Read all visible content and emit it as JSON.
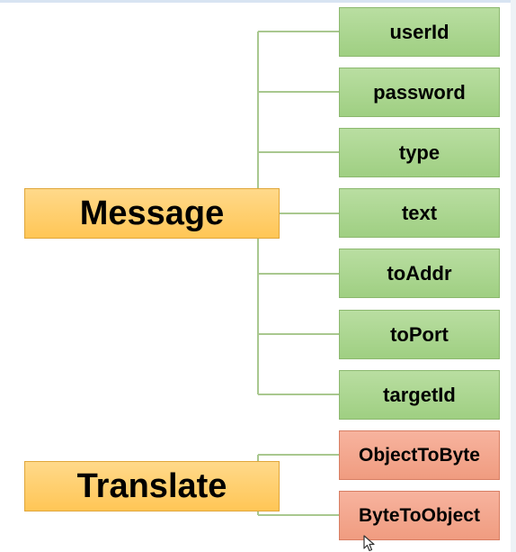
{
  "message": {
    "label": "Message",
    "fields": [
      "userId",
      "password",
      "type",
      "text",
      "toAddr",
      "toPort",
      "targetId"
    ]
  },
  "translate": {
    "label": "Translate",
    "methods": [
      "ObjectToByte",
      "ByteToObject"
    ]
  },
  "colors": {
    "field_fill": "#a9d48c",
    "parent_fill": "#ffcf6b",
    "method_fill": "#f4a68c",
    "connector": "#a9c88f"
  }
}
